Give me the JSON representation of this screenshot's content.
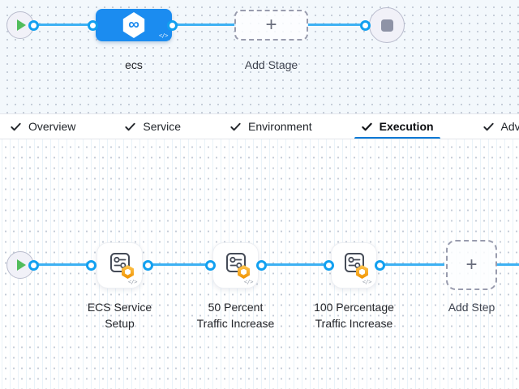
{
  "stage_graph": {
    "stage_name": "ecs",
    "add_stage_label": "Add Stage"
  },
  "tabs": [
    {
      "label": "Overview",
      "checked": true,
      "active": false
    },
    {
      "label": "Service",
      "checked": true,
      "active": false
    },
    {
      "label": "Environment",
      "checked": true,
      "active": false
    },
    {
      "label": "Execution",
      "checked": true,
      "active": true
    },
    {
      "label": "Advanced",
      "checked": true,
      "active": false
    }
  ],
  "execution_graph": {
    "steps": [
      {
        "name_line1": "ECS Service",
        "name_line2": "Setup"
      },
      {
        "name_line1": "50 Percent",
        "name_line2": "Traffic Increase"
      },
      {
        "name_line1": "100 Percentage",
        "name_line2": "Traffic Increase"
      }
    ],
    "add_step_label": "Add Step"
  },
  "icons": {
    "check": "✓",
    "plus": "+",
    "code": "</>",
    "harness_cd_infinity": "∞"
  },
  "colors": {
    "stage_node_blue": "#1b8cf0",
    "connector_line_blue": "#3db1f3",
    "connector_port_ring": "#12a0f0",
    "active_tab_underline": "#0278d5",
    "badge_orange": "#f09200",
    "play_green": "#52bd5c",
    "canvas_top_bg": "#f3f8fc"
  }
}
